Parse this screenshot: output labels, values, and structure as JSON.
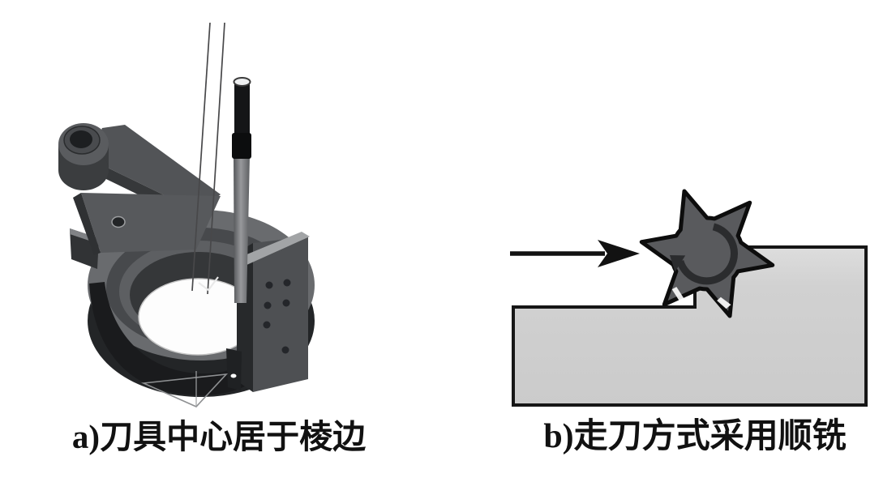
{
  "figure": {
    "background": "#ffffff",
    "panel_a": {
      "caption": "a)刀具中心居于棱边"
    },
    "panel_b": {
      "caption": "b)走刀方式采用顺铣"
    },
    "colors": {
      "caption_text": "#111111",
      "workpiece_fill": "#cfcfcf",
      "workpiece_outline": "#161616",
      "cutter_fill": "#595a5d",
      "cutter_outline": "#0d0d0d",
      "rotation_arrow": "#2b2c2e",
      "feed_arrow": "#121212",
      "fixture_body": "#4e5053",
      "fixture_dark": "#1a1b1d",
      "fixture_highlight": "#a2a4a6",
      "bore_fill": "#fdfdfd"
    },
    "icons": {
      "feed_arrow": "right-arrow",
      "cutter_rotation": "clockwise-arc-arrow"
    }
  }
}
